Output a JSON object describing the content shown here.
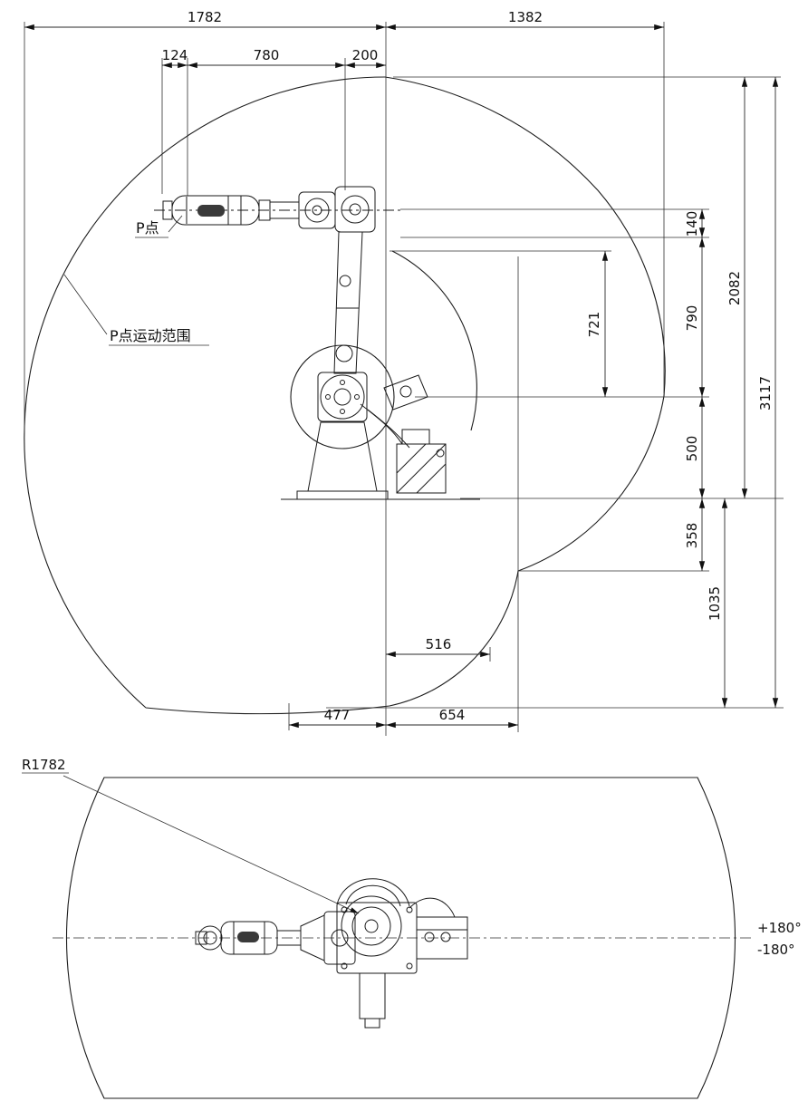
{
  "top_view": {
    "dim_1782": "1782",
    "dim_1382": "1382",
    "dim_124": "124",
    "dim_780": "780",
    "dim_200": "200",
    "dim_140": "140",
    "dim_790": "790",
    "dim_721": "721",
    "dim_2082": "2082",
    "dim_3117": "3117",
    "dim_500": "500",
    "dim_358": "358",
    "dim_1035": "1035",
    "dim_516": "516",
    "dim_477": "477",
    "dim_654": "654",
    "label_p_point": "P点",
    "label_p_range": "P点运动范围"
  },
  "plan_view": {
    "label_radius": "R1782",
    "label_rot_plus": "+180°",
    "label_rot_minus": "-180°"
  }
}
